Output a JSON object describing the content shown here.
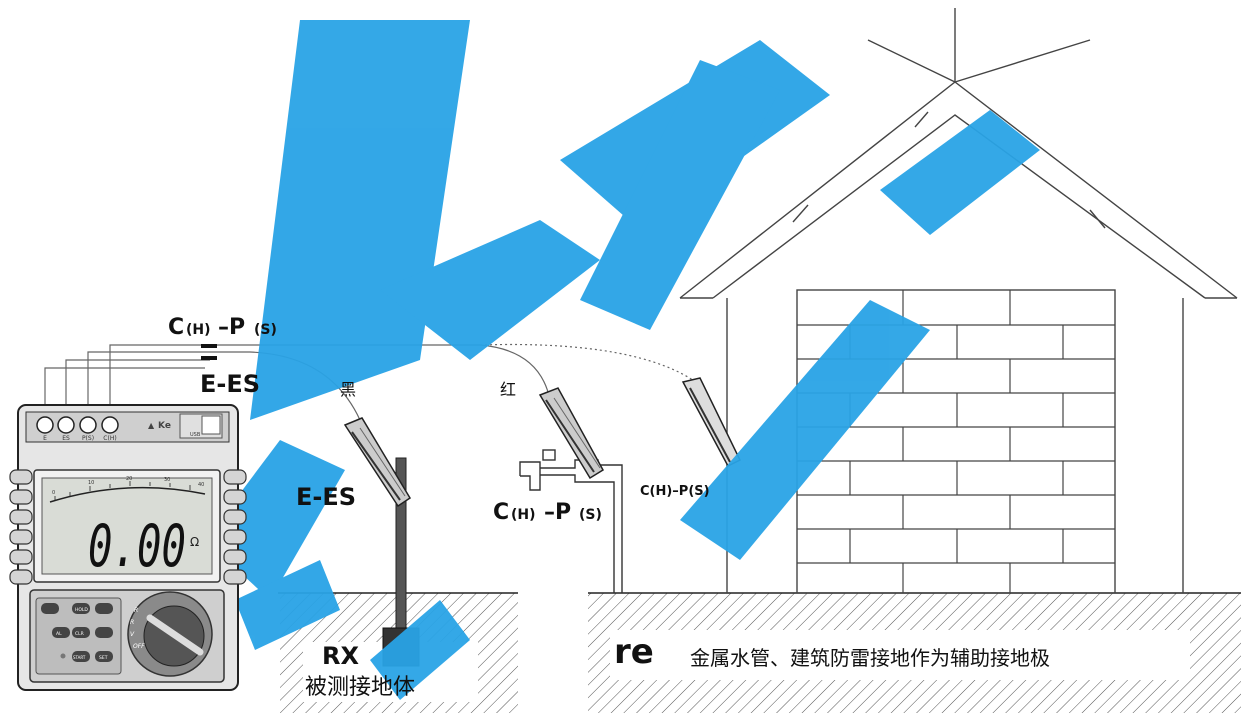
{
  "labels": {
    "top_c": "C",
    "top_h": "(H)",
    "top_p": "–P",
    "top_s": "(S)",
    "top_ees": "E-ES",
    "black": "黑",
    "red": "红",
    "probe_ees": "E-ES",
    "pipe_c": "C",
    "pipe_h": "(H)",
    "pipe_p": "–P",
    "pipe_s": "(S)",
    "right_ch": "C(H)–P(S)",
    "rx": "RX",
    "rx_caption": "被测接地体",
    "re": "re",
    "re_caption": "金属水管、建筑防雷接地作为辅助接地极"
  },
  "meter": {
    "reading": "0.00",
    "unit": "Ω",
    "scale_ticks": [
      "0",
      "10",
      "20",
      "30",
      "40"
    ],
    "terminals": [
      "E",
      "ES",
      "P(S)",
      "C(H)"
    ],
    "usb_label": "USB",
    "buttons": [
      "HOLD",
      "AL",
      "CLR",
      "START",
      "SET"
    ],
    "dial_labels": [
      "R",
      "R",
      "V",
      "OFF"
    ],
    "brand_mark": "Ke"
  },
  "colors": {
    "watermark": "#29a3e6",
    "lcd": "#d9dcd6",
    "meter_body": "#e6e6e6",
    "soil_hatch": "#555555"
  }
}
